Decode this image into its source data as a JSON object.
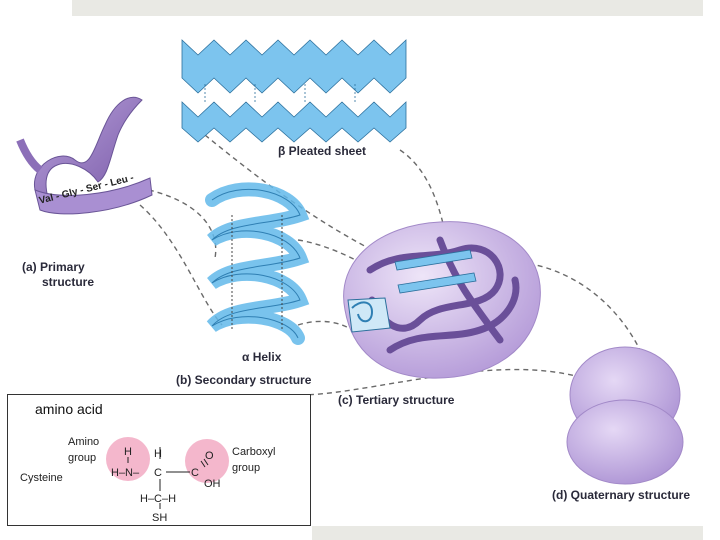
{
  "figure": {
    "primary": {
      "sequence": "Val - Gly - Ser - Leu -",
      "label_a": "(a) Primary",
      "label_b": "structure"
    },
    "beta": {
      "label": "β Pleated sheet"
    },
    "alpha": {
      "label": "α Helix"
    },
    "secondary": {
      "label": "(b) Secondary structure"
    },
    "tertiary": {
      "label": "(c) Tertiary structure"
    },
    "quaternary": {
      "label": "(d) Quaternary structure"
    },
    "colors": {
      "sheet": "#5fb4e6",
      "helix": "#62b9ea",
      "ribbon": "#8c6fb8",
      "blob": "#c9b6e4",
      "amino_highlight": "#f4b7cc"
    }
  },
  "inset": {
    "title": "amino acid",
    "amino_group_line1": "Amino",
    "amino_group_line2": "group",
    "carboxyl_line1": "Carboxyl",
    "carboxyl_line2": "group",
    "name": "Cysteine",
    "atoms": {
      "h_top": "H",
      "n": "H–N–",
      "c": "C",
      "h_ca": "H",
      "o": "O",
      "oh": "OH",
      "c_side": "H–C–H",
      "sh": "SH"
    }
  }
}
